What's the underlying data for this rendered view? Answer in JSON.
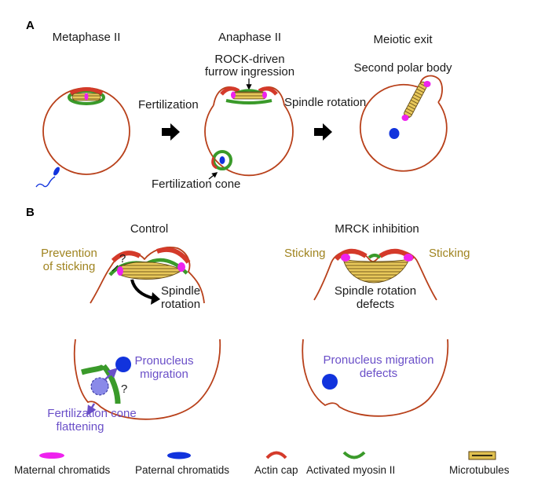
{
  "panel_a": {
    "label": "A",
    "stages": {
      "metaphase": "Metaphase II",
      "anaphase": "Anaphase II",
      "exit": "Meiotic exit"
    },
    "labels": {
      "fertilization": "Fertilization",
      "rock_line1": "ROCK-driven",
      "rock_line2": "furrow ingression",
      "spindle_rotation": "Spindle rotation",
      "polar_body": "Second polar body",
      "fert_cone": "Fertilization cone"
    }
  },
  "panel_b": {
    "label": "B",
    "control": {
      "title": "Control",
      "prevention_line1": "Prevention",
      "prevention_line2": "of sticking",
      "question": "?",
      "rotation_line1": "Spindle",
      "rotation_line2": "rotation",
      "pronucleus_line1": "Pronucleus",
      "pronucleus_line2": "migration",
      "question2": "?",
      "flatten_line1": "Fertilization cone",
      "flatten_line2": "flattening"
    },
    "mrck": {
      "title": "MRCK inhibition",
      "sticking_left": "Sticking",
      "sticking_right": "Sticking",
      "defect_line1": "Spindle rotation",
      "defect_line2": "defects",
      "pron_defect_line1": "Pronucleus migration",
      "pron_defect_line2": "defects"
    }
  },
  "legend": [
    {
      "label": "Maternal chromatids",
      "icon": "magenta-ellipse",
      "color": "#ee22ee"
    },
    {
      "label": "Paternal chromatids",
      "icon": "blue-ellipse",
      "color": "#1133dd"
    },
    {
      "label": "Actin cap",
      "icon": "red-arc",
      "color": "#d43a2a"
    },
    {
      "label": "Activated myosin II",
      "icon": "green-arc",
      "color": "#3a9a2a"
    },
    {
      "label": "Microtubules",
      "icon": "gold-bar",
      "color": "#e0c050"
    }
  ],
  "colors": {
    "membrane": "#b8401a",
    "actin": "#d43a2a",
    "myosin": "#3a9a2a",
    "maternal": "#ee22ee",
    "paternal": "#1133dd",
    "spindle": "#e0c050",
    "gold_text": "#a08420",
    "purple_text": "#6a4fc8"
  }
}
